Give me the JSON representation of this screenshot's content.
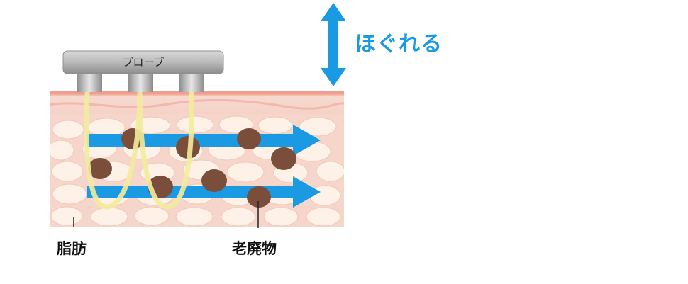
{
  "labels": {
    "probe": "プローブ",
    "effect": "ほぐれる",
    "fat": "脂肪",
    "waste": "老廃物"
  },
  "colors": {
    "arrow_blue": "#1b9ae4",
    "skin_pink": "#f4cfc6",
    "fat_cream": "#fdf0e6",
    "waste_brown": "#7a4e3b",
    "wave_yellow": "#f3ec9c",
    "probe_gray": "#9a9a9a"
  },
  "icons": {
    "vertical_arrow": "double-headed-arrow-icon",
    "flow_arrow": "right-arrow-icon"
  }
}
